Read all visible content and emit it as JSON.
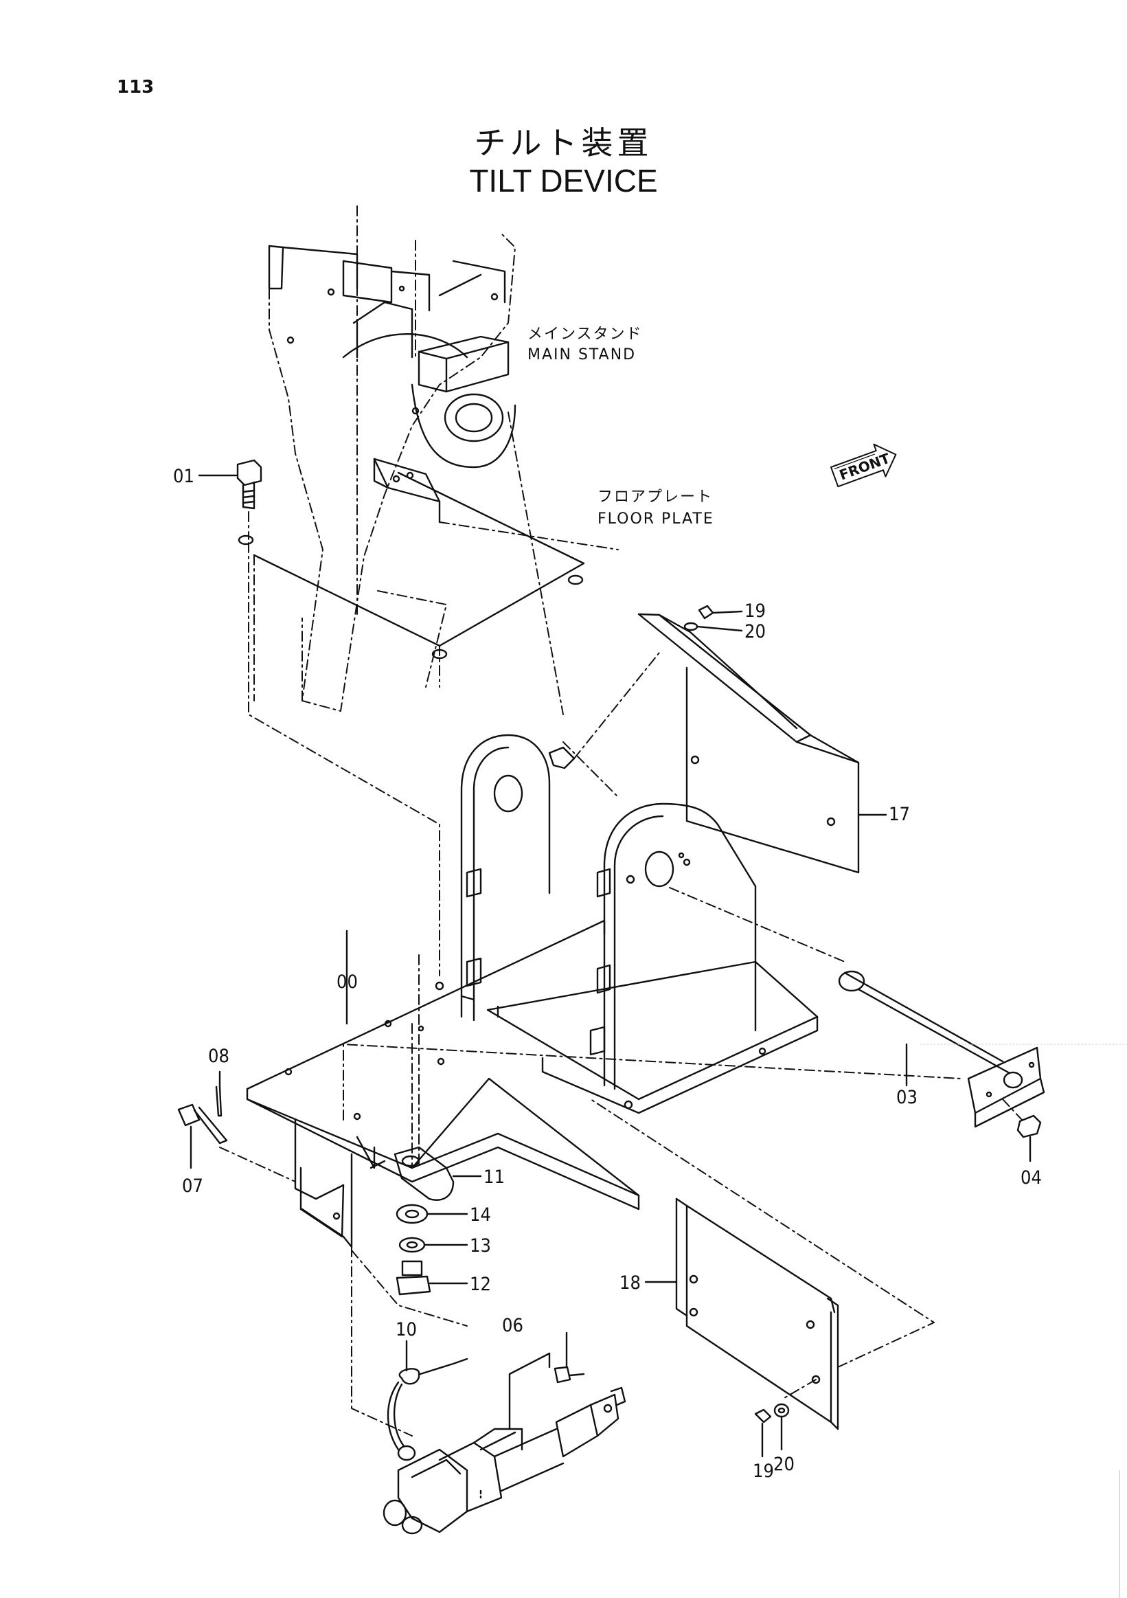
{
  "page_number": "113",
  "title": {
    "ja": "チルト装置",
    "en": "TILT DEVICE"
  },
  "references": {
    "main_stand_ja": "メインスタンド",
    "main_stand_en": "MAIN STAND",
    "floor_plate_ja": "フロアプレート",
    "floor_plate_en": "FLOOR PLATE"
  },
  "front_arrow": "FRONT",
  "callouts": {
    "p00": "00",
    "p01": "01",
    "p03": "03",
    "p04": "04",
    "p06": "06",
    "p07": "07",
    "p08": "08",
    "p10": "10",
    "p11": "11",
    "p12": "12",
    "p13": "13",
    "p14": "14",
    "p17": "17",
    "p18": "18",
    "p19_top": "19",
    "p20_top": "20",
    "p19_bottom": "19",
    "p20_bottom": "20"
  }
}
